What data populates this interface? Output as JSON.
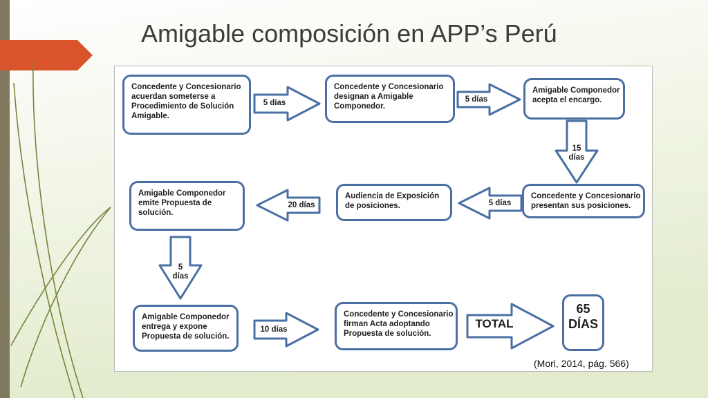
{
  "slide": {
    "title": "Amigable composición en APP’s Perú",
    "citation": "(Mori, 2014, pág. 566)"
  },
  "diagram": {
    "boxes": {
      "b1": "Concedente y Concesionario acuerdan someterse a Procedimiento de Solución Amigable.",
      "b2": "Concedente y Concesionario designan a Amigable Componedor.",
      "b3": "Amigable Componedor acepta el encargo.",
      "b4": "Concedente y Concesionario presentan sus posiciones.",
      "b5": "Audiencia de Exposición de posiciones.",
      "b6": "Amigable Componedor emite Propuesta de solución.",
      "b7": "Amigable Componedor entrega y expone Propuesta de solución.",
      "b8": "Concedente y Concesionario firman Acta adoptando Propuesta de solución.",
      "total_line1": "65",
      "total_line2": "DÍAS"
    },
    "arrows": {
      "a1": "5 días",
      "a2": "5 días",
      "a3_line1": "15",
      "a3_line2": "días",
      "a4": "5 días",
      "a5": "20 días",
      "a6_line1": "5",
      "a6_line2": "días",
      "a7": "10 días",
      "a8": "TOTAL"
    }
  },
  "colors": {
    "box_border": "#4a6fa3",
    "background_top": "#ffffff",
    "background_bottom": "#e2ebcc",
    "accent_tab": "#d9542a",
    "side_bar": "#80795f"
  }
}
